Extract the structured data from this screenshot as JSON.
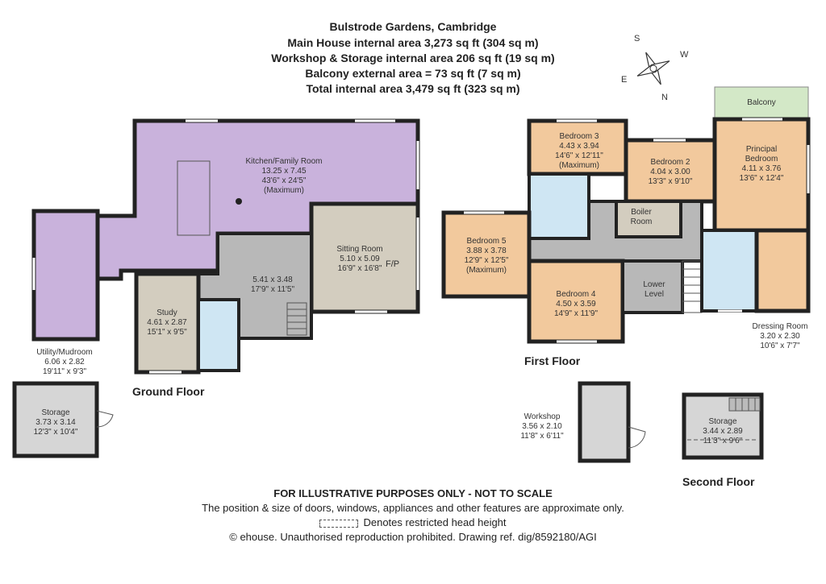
{
  "header": {
    "title": "Bulstrode Gardens, Cambridge",
    "line1": "Main House internal area 3,273 sq ft (304 sq m)",
    "line2": "Workshop & Storage internal area 206 sq ft (19 sq m)",
    "line3": "Balcony external area = 73 sq ft (7 sq m)",
    "line4": "Total internal area 3,479 sq ft (323 sq m)"
  },
  "compass": {
    "s": "S",
    "w": "W",
    "e": "E",
    "n": "N"
  },
  "floors": {
    "ground": "Ground Floor",
    "first": "First Floor",
    "second": "Second Floor"
  },
  "rooms": {
    "kitchen": {
      "name": "Kitchen/Family Room",
      "metric": "13.25 x 7.45",
      "imperial": "43'6\" x 24'5\"",
      "note": "(Maximum)"
    },
    "sitting": {
      "name": "Sitting Room",
      "metric": "5.10 x 5.09",
      "imperial": "16'9\" x 16'8\"",
      "fp": "F/P"
    },
    "hall": {
      "metric": "5.41 x 3.48",
      "imperial": "17'9\" x 11'5\""
    },
    "study": {
      "name": "Study",
      "metric": "4.61 x 2.87",
      "imperial": "15'1\" x 9'5\""
    },
    "utility": {
      "name": "Utility/Mudroom",
      "metric": "6.06 x 2.82",
      "imperial": "19'11\" x 9'3\""
    },
    "storage_ground": {
      "name": "Storage",
      "metric": "3.73 x 3.14",
      "imperial": "12'3\" x 10'4\""
    },
    "bedroom3": {
      "name": "Bedroom 3",
      "metric": "4.43 x 3.94",
      "imperial": "14'6\" x 12'11\"",
      "note": "(Maximum)"
    },
    "bedroom2": {
      "name": "Bedroom 2",
      "metric": "4.04 x 3.00",
      "imperial": "13'3\" x 9'10\""
    },
    "principal": {
      "name1": "Principal",
      "name2": "Bedroom",
      "metric": "4.11 x 3.76",
      "imperial": "13'6\" x 12'4\""
    },
    "balcony": {
      "name": "Balcony"
    },
    "bedroom5": {
      "name": "Bedroom 5",
      "metric": "3.88 x 3.78",
      "imperial": "12'9\" x 12'5\"",
      "note": "(Maximum)"
    },
    "boiler": {
      "name1": "Boiler",
      "name2": "Room"
    },
    "bedroom4": {
      "name": "Bedroom 4",
      "metric": "4.50 x 3.59",
      "imperial": "14'9\" x 11'9\""
    },
    "lower_level": {
      "name1": "Lower",
      "name2": "Level"
    },
    "dressing": {
      "name": "Dressing Room",
      "metric": "3.20 x 2.30",
      "imperial": "10'6\" x 7'7\""
    },
    "workshop": {
      "name": "Workshop",
      "metric": "3.56 x 2.10",
      "imperial": "11'8\" x 6'11\""
    },
    "storage_second": {
      "name": "Storage",
      "metric": "3.44 x 2.89",
      "imperial": "11'3\" x 9'6\""
    }
  },
  "footer": {
    "line1": "FOR ILLUSTRATIVE PURPOSES ONLY - NOT TO SCALE",
    "line2": "The position & size of doors, windows, appliances and other features are approximate only.",
    "line3": "Denotes restricted head height",
    "line4": "© ehouse. Unauthorised reproduction prohibited. Drawing ref. dig/8592180/AGI"
  },
  "colors": {
    "kitchen": "#c9b2dc",
    "sitting": "#d3cdbf",
    "hall": "#b8b8b8",
    "study": "#d3cdbf",
    "bedroom": "#f2c99d",
    "bathroom": "#cfe6f3",
    "balcony": "#d3e8c7",
    "outbuilding": "#d6d6d6",
    "wall": "#222222"
  }
}
